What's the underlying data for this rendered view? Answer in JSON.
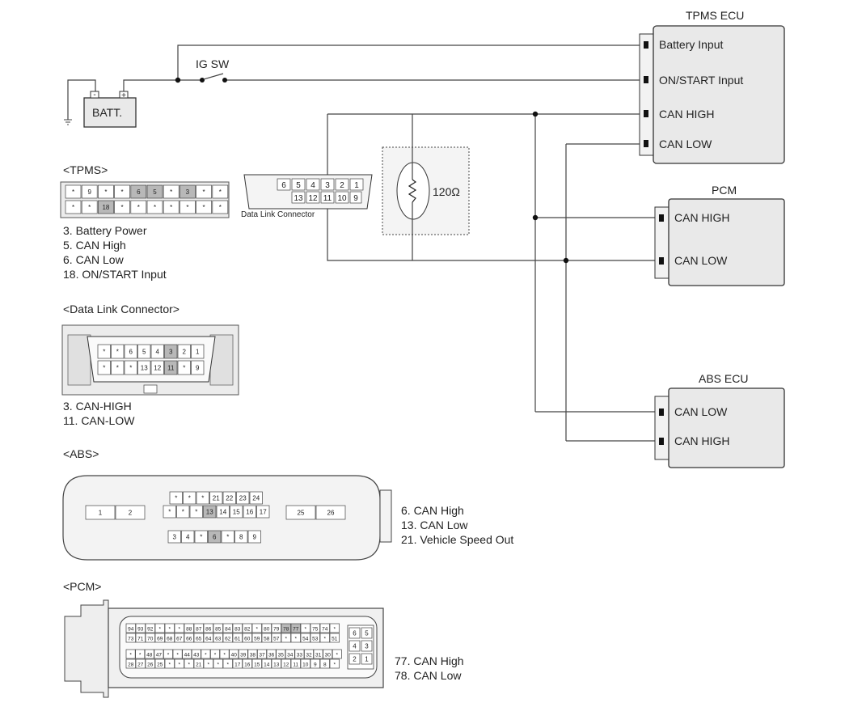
{
  "ecus": {
    "tpms": {
      "title": "TPMS ECU",
      "pins": [
        "Battery Input",
        "ON/START Input",
        "CAN HIGH",
        "CAN LOW"
      ]
    },
    "pcm": {
      "title": "PCM",
      "pins": [
        "CAN HIGH",
        "CAN LOW"
      ]
    },
    "abs": {
      "title": "ABS ECU",
      "pins": [
        "CAN LOW",
        "CAN HIGH"
      ]
    }
  },
  "power": {
    "switch_label": "IG SW",
    "battery_label": "BATT.",
    "battery_minus": "-",
    "battery_plus": "+"
  },
  "resistor": {
    "value": "120Ω"
  },
  "dlc_small": {
    "caption": "Data Link Connector",
    "top_pins": [
      "6",
      "5",
      "4",
      "3",
      "2",
      "1"
    ],
    "bottom_pins": [
      "13",
      "12",
      "11",
      "10",
      "9"
    ]
  },
  "tpms_connector": {
    "header": "<TPMS>",
    "row1": [
      "*",
      "9",
      "*",
      "*",
      "6",
      "5",
      "*",
      "3",
      "*",
      "*"
    ],
    "row2": [
      "*",
      "*",
      "18",
      "*",
      "*",
      "*",
      "*",
      "*",
      "*",
      "*"
    ],
    "legend": [
      "3. Battery Power",
      "5. CAN High",
      "6. CAN Low",
      "18. ON/START Input"
    ]
  },
  "dlc_connector": {
    "header": "<Data Link Connector>",
    "row1": [
      "*",
      "*",
      "6",
      "5",
      "4",
      "3",
      "2",
      "1"
    ],
    "row2": [
      "*",
      "*",
      "*",
      "13",
      "12",
      "11",
      "*",
      "9"
    ],
    "legend": [
      "3. CAN-HIGH",
      "11. CAN-LOW"
    ]
  },
  "abs_connector": {
    "header": "<ABS>",
    "left_pins": [
      "1",
      "2"
    ],
    "upper_row": [
      "*",
      "*",
      "*",
      "21",
      "22",
      "23",
      "24"
    ],
    "middle_row": [
      "*",
      "*",
      "*",
      "13",
      "14",
      "15",
      "16",
      "17"
    ],
    "lower_row": [
      "3",
      "4",
      "*",
      "6",
      "*",
      "8",
      "9"
    ],
    "right_pins": [
      "25",
      "26"
    ],
    "legend": [
      "6.  CAN High",
      "13. CAN Low",
      "21. Vehicle Speed Out"
    ]
  },
  "pcm_connector": {
    "header": "<PCM>",
    "row1": [
      "94",
      "93",
      "92",
      "*",
      "*",
      "*",
      "88",
      "87",
      "86",
      "85",
      "84",
      "83",
      "82",
      "*",
      "80",
      "79",
      "78",
      "77",
      "*",
      "75",
      "74",
      "*"
    ],
    "row2": [
      "73",
      "71",
      "70",
      "69",
      "68",
      "67",
      "66",
      "65",
      "64",
      "63",
      "62",
      "61",
      "60",
      "59",
      "58",
      "57",
      "*",
      "*",
      "54",
      "53",
      "*",
      "51"
    ],
    "row3": [
      "*",
      "*",
      "48",
      "47",
      "*",
      "*",
      "44",
      "43",
      "*",
      "*",
      "*",
      "40",
      "39",
      "38",
      "37",
      "36",
      "35",
      "34",
      "33",
      "32",
      "31",
      "30",
      "*"
    ],
    "row4": [
      "28",
      "27",
      "26",
      "25",
      "*",
      "*",
      "*",
      "21",
      "*",
      "*",
      "*",
      "17",
      "16",
      "15",
      "14",
      "13",
      "12",
      "11",
      "10",
      "9",
      "8",
      "*"
    ],
    "side_pins": [
      "6",
      "5",
      "4",
      "3",
      "2",
      "1"
    ],
    "legend": [
      "77. CAN High",
      "78. CAN Low"
    ]
  }
}
